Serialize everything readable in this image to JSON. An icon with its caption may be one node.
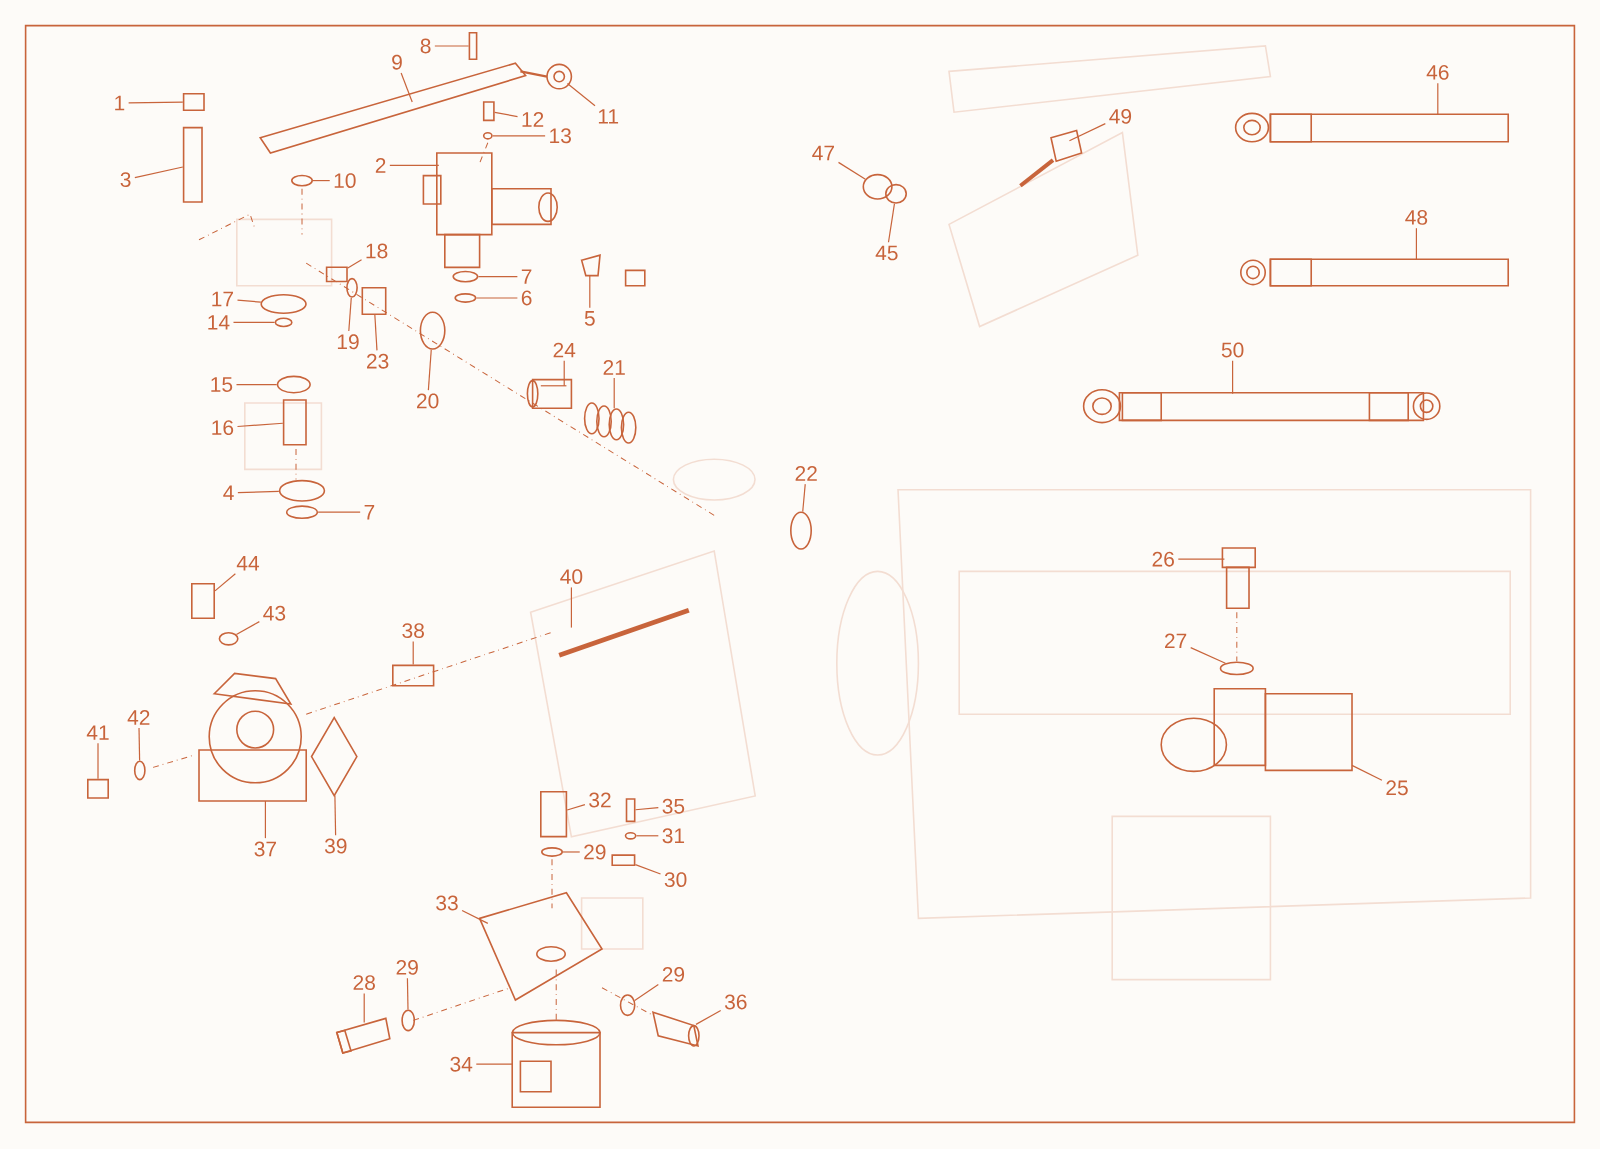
{
  "diagram": {
    "nodes": [
      {
        "text": [
          "1"
        ]
      },
      {
        "text": [
          "3"
        ]
      },
      {
        "text": [
          "8"
        ]
      },
      {
        "text": [
          "9"
        ]
      },
      {
        "text": [
          "11"
        ]
      },
      {
        "text": [
          "12"
        ]
      },
      {
        "text": [
          "13"
        ]
      },
      {
        "text": [
          "2"
        ]
      },
      {
        "text": [
          "10"
        ]
      },
      {
        "text": [
          "18"
        ]
      },
      {
        "text": [
          "7"
        ]
      },
      {
        "text": [
          "6"
        ]
      },
      {
        "text": [
          "5"
        ]
      },
      {
        "text": [
          "17"
        ]
      },
      {
        "text": [
          "14"
        ]
      },
      {
        "text": [
          "19"
        ]
      },
      {
        "text": [
          "23"
        ]
      },
      {
        "text": [
          "20"
        ]
      },
      {
        "text": [
          "24"
        ]
      },
      {
        "text": [
          "21"
        ]
      },
      {
        "text": [
          "15"
        ]
      },
      {
        "text": [
          "16"
        ]
      },
      {
        "text": [
          "4"
        ]
      },
      {
        "text": [
          "7"
        ]
      },
      {
        "text": [
          "22"
        ]
      },
      {
        "text": [
          "44"
        ]
      },
      {
        "text": [
          "43"
        ]
      },
      {
        "text": [
          "40"
        ]
      },
      {
        "text": [
          "38"
        ]
      },
      {
        "text": [
          "41"
        ]
      },
      {
        "text": [
          "42"
        ]
      },
      {
        "text": [
          "37"
        ]
      },
      {
        "text": [
          "39"
        ]
      },
      {
        "text": [
          "32"
        ]
      },
      {
        "text": [
          "35"
        ]
      },
      {
        "text": [
          "31"
        ]
      },
      {
        "text": [
          "29"
        ]
      },
      {
        "text": [
          "30"
        ]
      },
      {
        "text": [
          "33"
        ]
      },
      {
        "text": [
          "28"
        ]
      },
      {
        "text": [
          "29"
        ]
      },
      {
        "text": [
          "29"
        ]
      },
      {
        "text": [
          "36"
        ]
      },
      {
        "text": [
          "34"
        ]
      },
      {
        "text": [
          "26"
        ]
      },
      {
        "text": [
          "27"
        ]
      },
      {
        "text": [
          "25"
        ]
      },
      {
        "text": [
          "47"
        ]
      },
      {
        "text": [
          "45"
        ]
      },
      {
        "text": [
          "49"
        ]
      },
      {
        "text": [
          "46"
        ]
      },
      {
        "text": [
          "48"
        ]
      },
      {
        "text": [
          "50"
        ]
      },
      {
        "text": [],
        "shape": "box"
      },
      {
        "text": [],
        "shape": "box"
      },
      {
        "text": [],
        "shape": "box"
      },
      {
        "text": [],
        "shape": "picture"
      },
      {
        "text": [],
        "shape": "picture"
      },
      {
        "text": [],
        "shape": "box"
      },
      {
        "text": [],
        "shape": "circle"
      },
      {
        "text": [],
        "shape": "picture"
      },
      {
        "text": [],
        "shape": "circle"
      },
      {
        "text": [],
        "shape": "box"
      },
      {
        "text": [],
        "shape": "circle"
      },
      {
        "text": [],
        "shape": "circle"
      },
      {
        "text": [],
        "shape": "picture"
      },
      {
        "text": [],
        "shape": "circle"
      },
      {
        "text": [],
        "shape": "circle"
      },
      {
        "text": [],
        "shape": "circle"
      },
      {
        "text": [],
        "shape": "box"
      },
      {
        "text": [],
        "shape": "circle"
      },
      {
        "text": [],
        "shape": "picture"
      },
      {
        "text": [],
        "shape": "picture"
      },
      {
        "text": [],
        "shape": "circle"
      },
      {
        "text": [],
        "shape": "box"
      },
      {
        "text": [],
        "shape": "circle"
      },
      {
        "text": [],
        "shape": "circle"
      },
      {
        "text": [],
        "shape": "circle"
      },
      {
        "text": [],
        "shape": "box"
      },
      {
        "text": [],
        "shape": "circle"
      },
      {
        "text": [],
        "shape": "picture"
      },
      {
        "text": [],
        "shape": "box"
      },
      {
        "text": [],
        "shape": "box"
      },
      {
        "text": [],
        "shape": "circle"
      },
      {
        "text": [],
        "shape": "picture"
      },
      {
        "text": [],
        "shape": "diamond"
      },
      {
        "text": [],
        "shape": "box"
      },
      {
        "text": [],
        "shape": "box"
      },
      {
        "text": [],
        "shape": "circle"
      },
      {
        "text": [],
        "shape": "circle"
      },
      {
        "text": [],
        "shape": "box"
      },
      {
        "text": [],
        "shape": "picture"
      },
      {
        "text": [],
        "shape": "picture"
      },
      {
        "text": [],
        "shape": "circle"
      },
      {
        "text": [],
        "shape": "circle"
      },
      {
        "text": [],
        "shape": "picture"
      },
      {
        "text": [],
        "shape": "picture"
      },
      {
        "text": [],
        "shape": "picture"
      },
      {
        "text": [],
        "shape": "circle"
      },
      {
        "text": [],
        "shape": "picture"
      },
      {
        "text": [],
        "shape": "circle"
      },
      {
        "text": [],
        "shape": "circle"
      },
      {
        "text": [],
        "shape": "picture"
      },
      {
        "text": [],
        "shape": "picture"
      },
      {
        "text": [],
        "shape": "picture"
      },
      {
        "text": [],
        "shape": "picture"
      }
    ],
    "edges": [
      {
        "from": 0,
        "to": 53,
        "arrow": "none"
      },
      {
        "from": 1,
        "to": 54,
        "arrow": "none"
      },
      {
        "from": 2,
        "to": 55,
        "arrow": "none"
      },
      {
        "from": 3,
        "to": 56,
        "arrow": "none"
      },
      {
        "from": 4,
        "to": 57,
        "arrow": "none"
      },
      {
        "from": 5,
        "to": 58,
        "arrow": "none"
      },
      {
        "from": 6,
        "to": 59,
        "arrow": "none"
      },
      {
        "from": 7,
        "to": 60,
        "arrow": "none"
      },
      {
        "from": 8,
        "to": 61,
        "arrow": "none"
      },
      {
        "from": 9,
        "to": 62,
        "arrow": "none"
      },
      {
        "from": 10,
        "to": 63,
        "arrow": "none"
      },
      {
        "from": 11,
        "to": 64,
        "arrow": "none"
      },
      {
        "from": 12,
        "to": 65,
        "arrow": "none"
      },
      {
        "from": 13,
        "to": 66,
        "arrow": "none"
      },
      {
        "from": 14,
        "to": 67,
        "arrow": "none"
      },
      {
        "from": 15,
        "to": 68,
        "arrow": "none"
      },
      {
        "from": 16,
        "to": 69,
        "arrow": "none"
      },
      {
        "from": 17,
        "to": 70,
        "arrow": "none"
      },
      {
        "from": 18,
        "to": 71,
        "arrow": "none"
      },
      {
        "from": 19,
        "to": 72,
        "arrow": "none"
      },
      {
        "from": 20,
        "to": 73,
        "arrow": "none"
      },
      {
        "from": 21,
        "to": 74,
        "arrow": "none"
      },
      {
        "from": 22,
        "to": 75,
        "arrow": "none"
      },
      {
        "from": 23,
        "to": 76,
        "arrow": "none"
      },
      {
        "from": 24,
        "to": 77,
        "arrow": "none"
      },
      {
        "from": 25,
        "to": 78,
        "arrow": "none"
      },
      {
        "from": 26,
        "to": 79,
        "arrow": "none"
      },
      {
        "from": 27,
        "to": 80,
        "arrow": "none"
      },
      {
        "from": 28,
        "to": 81,
        "arrow": "none"
      },
      {
        "from": 29,
        "to": 82,
        "arrow": "none"
      },
      {
        "from": 30,
        "to": 83,
        "arrow": "none"
      },
      {
        "from": 31,
        "to": 84,
        "arrow": "none"
      },
      {
        "from": 32,
        "to": 85,
        "arrow": "none"
      },
      {
        "from": 33,
        "to": 86,
        "arrow": "none"
      },
      {
        "from": 34,
        "to": 87,
        "arrow": "none"
      },
      {
        "from": 35,
        "to": 88,
        "arrow": "none"
      },
      {
        "from": 36,
        "to": 89,
        "arrow": "none"
      },
      {
        "from": 37,
        "to": 90,
        "arrow": "none"
      },
      {
        "from": 38,
        "to": 91,
        "arrow": "none"
      },
      {
        "from": 39,
        "to": 92,
        "arrow": "none"
      },
      {
        "from": 40,
        "to": 93,
        "arrow": "none"
      },
      {
        "from": 41,
        "to": 94,
        "arrow": "none"
      },
      {
        "from": 42,
        "to": 95,
        "arrow": "none"
      },
      {
        "from": 43,
        "to": 96,
        "arrow": "none"
      },
      {
        "from": 44,
        "to": 97,
        "arrow": "none"
      },
      {
        "from": 45,
        "to": 98,
        "arrow": "none"
      },
      {
        "from": 46,
        "to": 99,
        "arrow": "none"
      },
      {
        "from": 47,
        "to": 100,
        "arrow": "none"
      },
      {
        "from": 48,
        "to": 101,
        "arrow": "none"
      },
      {
        "from": 49,
        "to": 102,
        "arrow": "none"
      },
      {
        "from": 50,
        "to": 103,
        "arrow": "none"
      },
      {
        "from": 51,
        "to": 104,
        "arrow": "none"
      },
      {
        "from": 52,
        "to": 105,
        "arrow": "none"
      }
    ]
  }
}
